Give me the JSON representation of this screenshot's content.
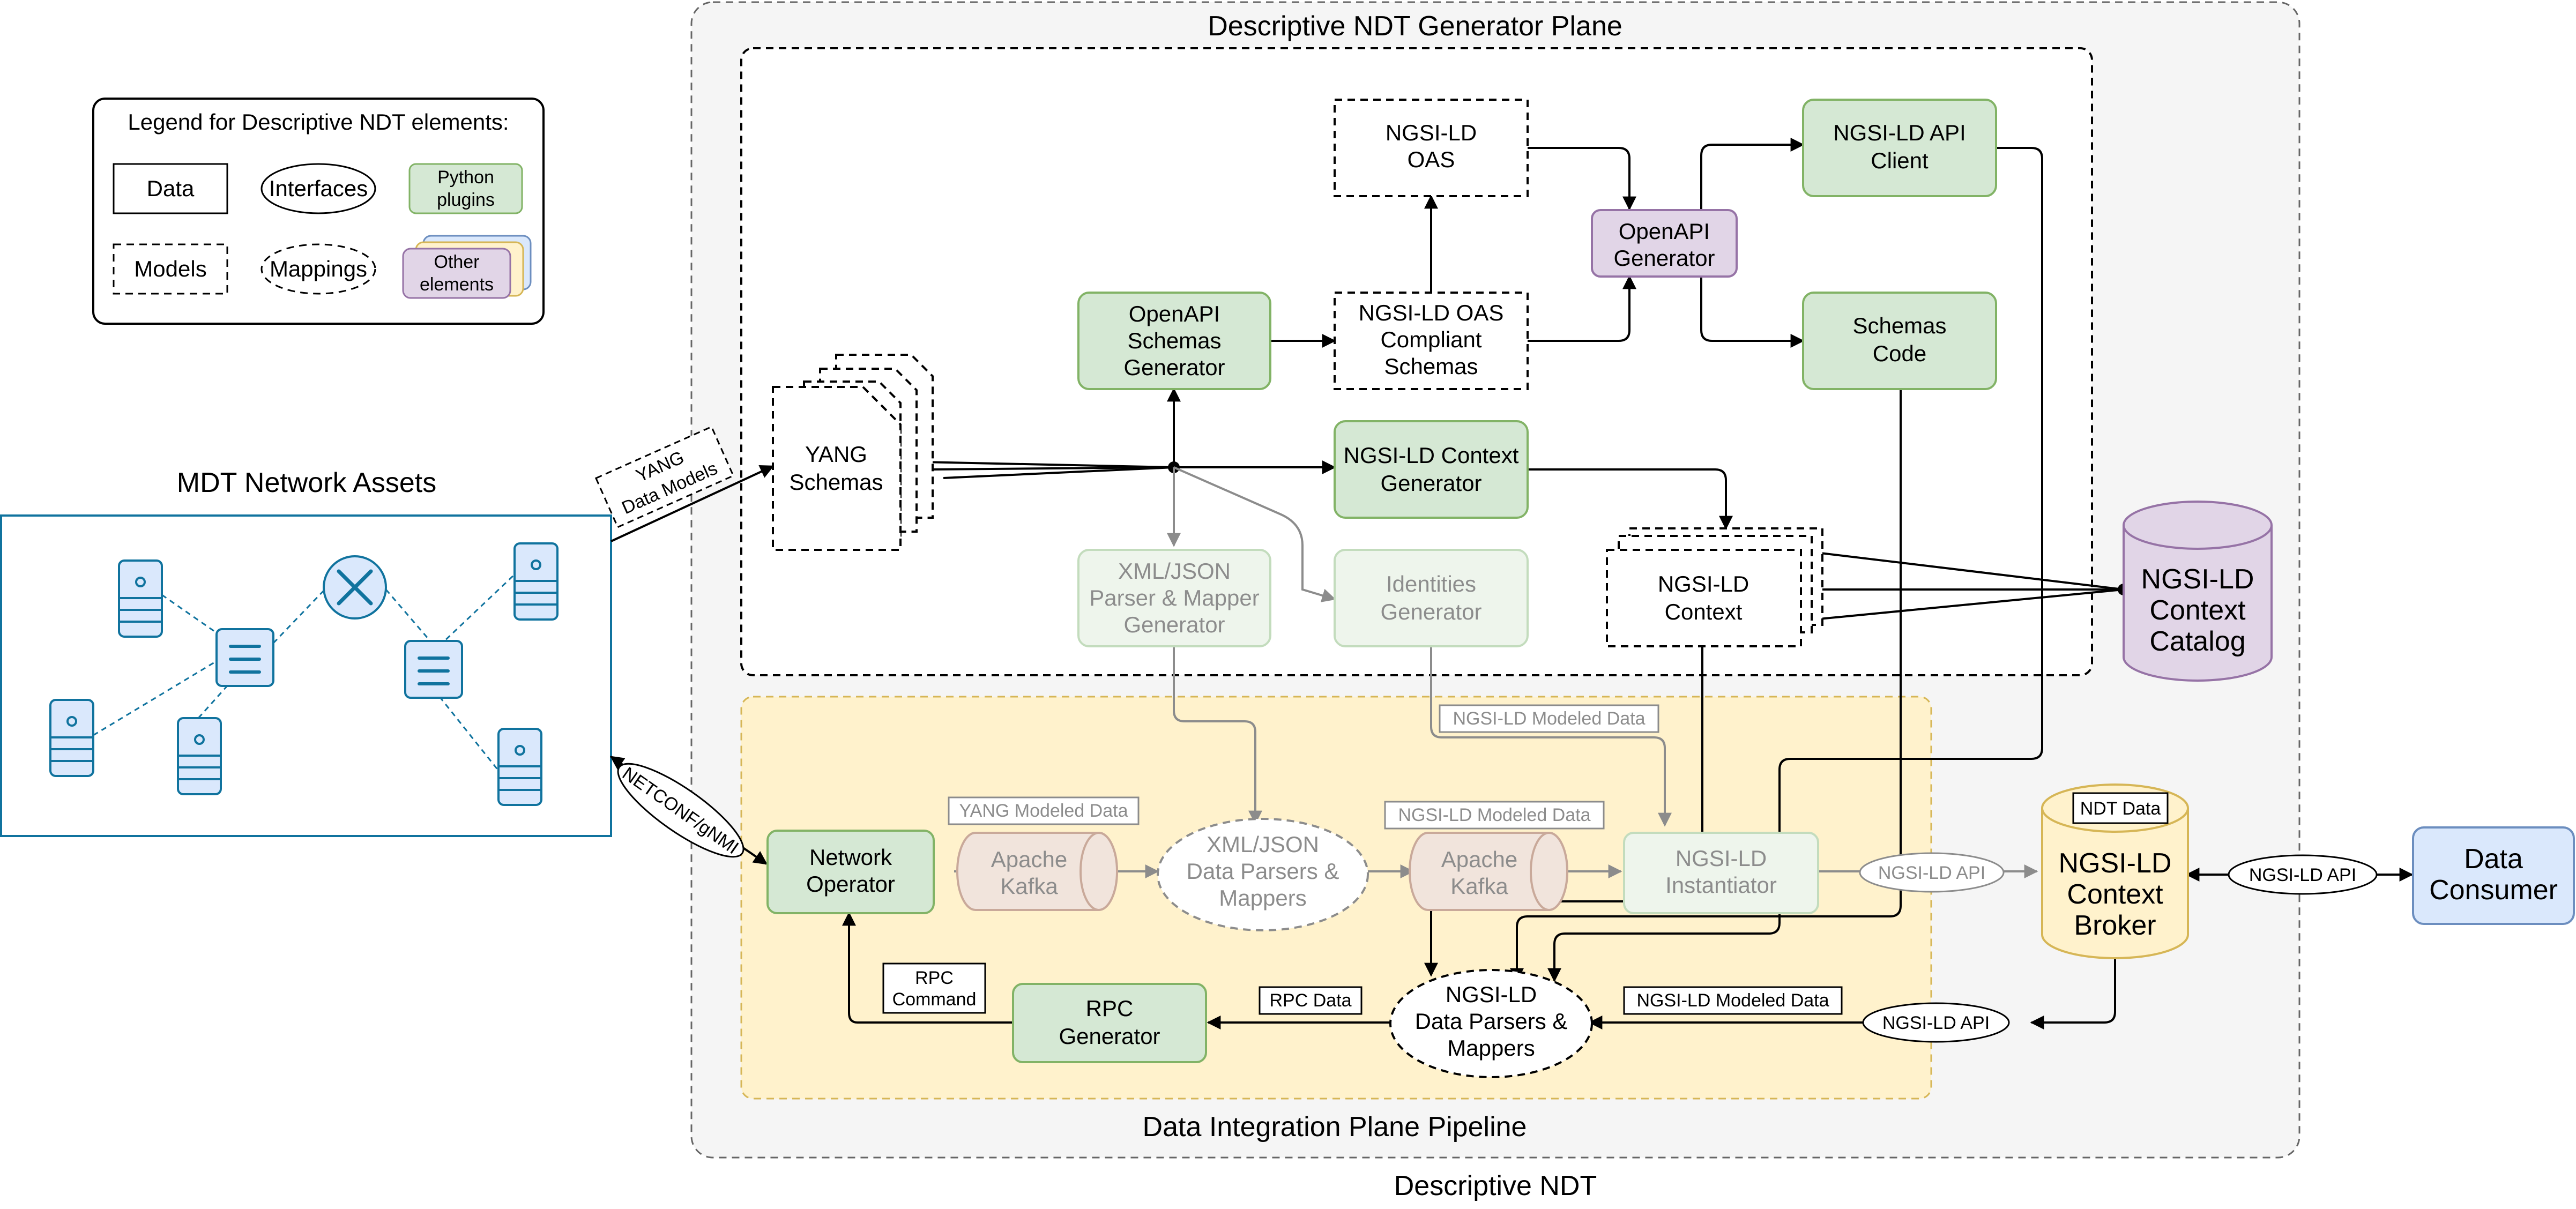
{
  "titles": {
    "descriptive_ndt": "Descriptive NDT",
    "generator_plane": "Descriptive NDT Generator Plane",
    "integration_plane": "Data Integration Plane Pipeline",
    "mdt_assets": "MDT Network Assets"
  },
  "legend": {
    "title": "Legend for Descriptive NDT elements:",
    "data": "Data",
    "interfaces": "Interfaces",
    "python_plugins": [
      "Python",
      "plugins"
    ],
    "models": "Models",
    "mappings": "Mappings",
    "other_elements": [
      "Other",
      "elements"
    ]
  },
  "nodes": {
    "yang_schemas": [
      "YANG",
      "Schemas"
    ],
    "openapi_schemas_generator": [
      "OpenAPI",
      "Schemas",
      "Generator"
    ],
    "ngsild_oas": [
      "NGSI-LD",
      "OAS"
    ],
    "ngsild_oas_compliant": [
      "NGSI-LD OAS",
      "Compliant",
      "Schemas"
    ],
    "openapi_generator": [
      "OpenAPI",
      "Generator"
    ],
    "ngsild_api_client": [
      "NGSI-LD API",
      "Client"
    ],
    "schemas_code": [
      "Schemas",
      "Code"
    ],
    "ngsild_context_generator": [
      "NGSI-LD Context",
      "Generator"
    ],
    "xml_json_generator": [
      "XML/JSON",
      "Parser & Mapper",
      "Generator"
    ],
    "identities_generator": [
      "Identities",
      "Generator"
    ],
    "ngsild_context": [
      "NGSI-LD",
      "Context"
    ],
    "context_catalog": [
      "NGSI-LD",
      "Context",
      "Catalog"
    ],
    "network_operator": [
      "Network",
      "Operator"
    ],
    "kafka_1": [
      "Apache",
      "Kafka"
    ],
    "xml_json_parsers": [
      "XML/JSON",
      "Data Parsers &",
      "Mappers"
    ],
    "kafka_2": [
      "Apache",
      "Kafka"
    ],
    "ngsild_instantiator": [
      "NGSI-LD",
      "Instantiator"
    ],
    "context_broker": [
      "NGSI-LD",
      "Context",
      "Broker"
    ],
    "ndt_data": "NDT Data",
    "data_consumer": [
      "Data",
      "Consumer"
    ],
    "rpc_generator": [
      "RPC",
      "Generator"
    ],
    "ngsild_parsers": [
      "NGSI-LD",
      "Data Parsers &",
      "Mappers"
    ]
  },
  "edge_labels": {
    "yang_data_models": [
      "YANG",
      "Data Models"
    ],
    "netconf": "NETCONF/gNMI",
    "ngsild_modeled_data_top": "NGSI-LD Modeled Data",
    "yang_modeled_data": "YANG Modeled Data",
    "ngsild_modeled_data_mid": "NGSI-LD Modeled Data",
    "ngsild_api_gray": "NGSI-LD API",
    "ngsild_api_consumer": "NGSI-LD API",
    "ngsild_api_bottom": "NGSI-LD API",
    "rpc_command": [
      "RPC",
      "Command"
    ],
    "rpc_data": "RPC Data",
    "ngsild_modeled_data_bottom": "NGSI-LD Modeled Data"
  },
  "colors": {
    "green_fill": "#d5e8d4",
    "green_stroke": "#82b366",
    "purple_fill": "#e1d5e7",
    "purple_stroke": "#9673a6",
    "yellow_fill": "#fff2cc",
    "yellow_stroke": "#d6b656",
    "blue_fill": "#dae8fc",
    "blue_stroke": "#6c8ebf",
    "kafka_fill": "#f1e4dc",
    "kafka_stroke": "#c9a99a",
    "network_blue": "#10739e"
  }
}
